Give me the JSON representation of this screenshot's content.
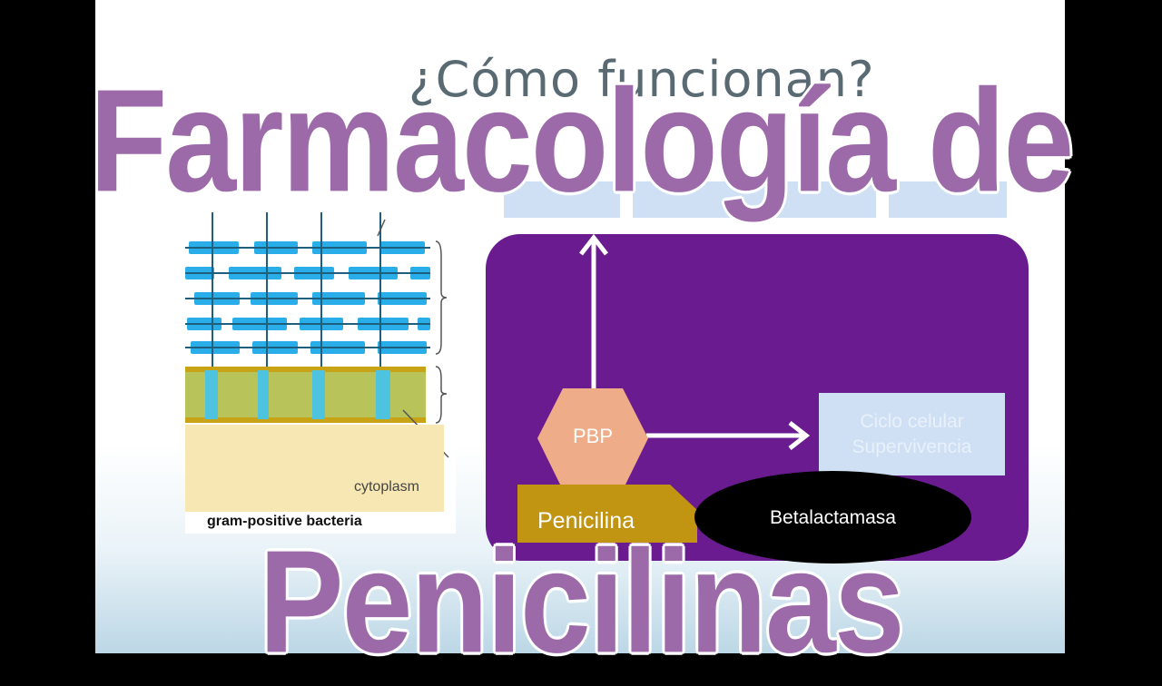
{
  "slide": {
    "title": "¿Cómo funcionan?",
    "cell_diagram": {
      "cytoplasm_label": "cytoplasm",
      "caption": "gram-positive bacteria"
    },
    "mechanism": {
      "pbp_label": "PBP",
      "penicilina_label": "Penicilina",
      "betalactamasa_label": "Betalactamasa",
      "ciclo_line1": "Ciclo celular",
      "ciclo_line2": "Supervivencia"
    }
  },
  "overlay": {
    "line1": "Farmacología de",
    "line2": "Penicilinas"
  },
  "colors": {
    "purple_box": "#6a1b90",
    "overlay_text": "#9c6aa8",
    "pbp_hexagon": "#efac88",
    "penicilina": "#c19411",
    "cell_wall_blue": "#2aaee9"
  }
}
